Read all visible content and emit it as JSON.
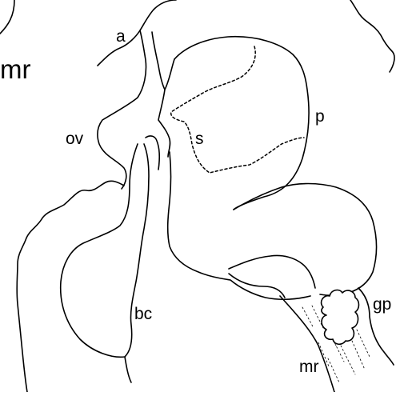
{
  "labels": {
    "mr_large": "mr",
    "a": "a",
    "ov": "ov",
    "s": "s",
    "p": "p",
    "bc": "bc",
    "gp": "gp",
    "mr_small": "mr"
  },
  "colors": {
    "line": "#000000",
    "background": "#ffffff"
  }
}
